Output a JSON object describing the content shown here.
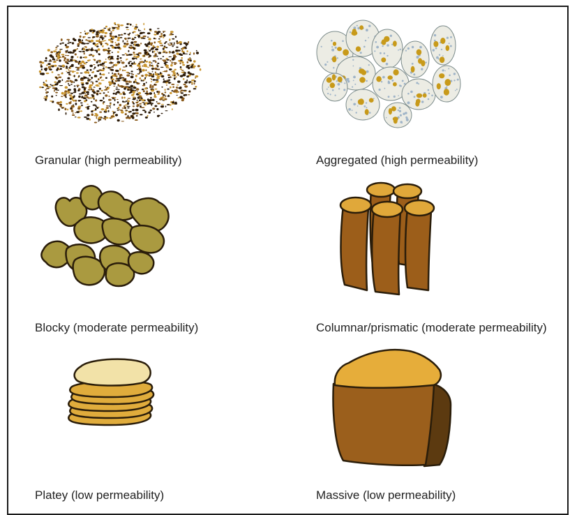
{
  "figure": {
    "items": [
      {
        "label": "Granular (high permeability)",
        "icon": "granular-soil-illustration"
      },
      {
        "label": "Aggregated (high permeability)",
        "icon": "aggregated-soil-illustration"
      },
      {
        "label": "Blocky (moderate permeability)",
        "icon": "blocky-soil-illustration"
      },
      {
        "label": "Columnar/prismatic (moderate permeability)",
        "icon": "columnar-soil-illustration"
      },
      {
        "label": "Platey (low permeability)",
        "icon": "platey-soil-illustration"
      },
      {
        "label": "Massive (low permeability)",
        "icon": "massive-soil-illustration"
      }
    ]
  },
  "colors": {
    "outline": "#2a1d0a",
    "granular_dark": "#2b1a08",
    "granular_brown": "#8a5a1c",
    "granular_gold": "#c9952e",
    "aggregate_fill": "#ecece4",
    "aggregate_speck": "#9fb4c8",
    "aggregate_gold": "#c89a1a",
    "blocky_fill": "#aa9a40",
    "column_body": "#9c5e1a",
    "column_top": "#e0a83a",
    "platey_light": "#f2e2a8",
    "platey_gold": "#e0ac3c",
    "massive_top": "#e6ad3a",
    "massive_body": "#9b5f1c",
    "massive_shadow": "#5c3a10"
  }
}
